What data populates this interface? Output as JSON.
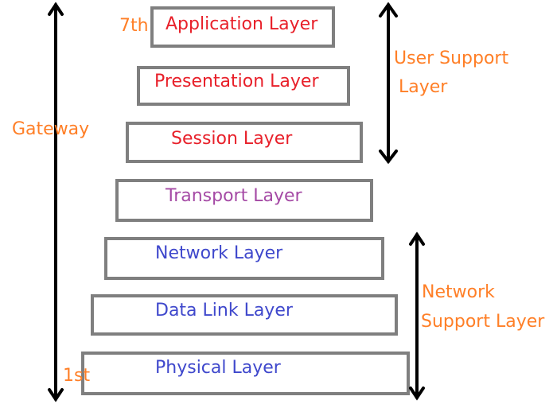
{
  "layers": [
    {
      "label": "Application Layer",
      "color": "#e8202a"
    },
    {
      "label": "Presentation Layer",
      "color": "#e8202a"
    },
    {
      "label": "Session Layer",
      "color": "#e8202a"
    },
    {
      "label": "Transport Layer",
      "color": "#a54aa5"
    },
    {
      "label": "Network Layer",
      "color": "#3f48cc"
    },
    {
      "label": "Data Link Layer",
      "color": "#3f48cc"
    },
    {
      "label": "Physical Layer",
      "color": "#3f48cc"
    }
  ],
  "markers": {
    "top": "7th",
    "bottom": "1st"
  },
  "annotations": {
    "gateway": "Gateway",
    "user_support_line1": "User Support",
    "user_support_line2": "Layer",
    "network_support_line1": "Network",
    "network_support_line2": "Support Layer"
  },
  "colors": {
    "annotation": "#ff7f27",
    "box_border": "#7f7f7f",
    "arrow": "#000000"
  }
}
